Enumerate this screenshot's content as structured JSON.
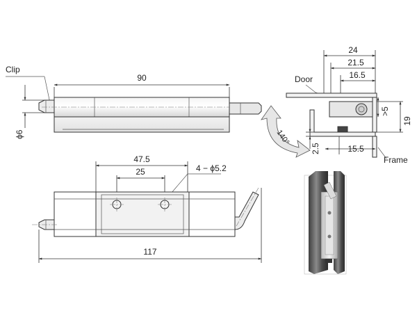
{
  "top_view": {
    "clip_label": "Clip",
    "length_90": "90",
    "diameter_6": "ϕ6"
  },
  "front_view": {
    "dim_47_5": "47.5",
    "dim_25": "25",
    "holes_label": "4 − ϕ5.2",
    "length_117": "117"
  },
  "section_view": {
    "door_label": "Door",
    "frame_label": "Frame",
    "dim_24": "24",
    "dim_21_5": "21.5",
    "dim_16_5": "16.5",
    "dim_5": ">5",
    "dim_19": "19",
    "dim_2_5": "2.5",
    "dim_15_5": "15.5",
    "angle_label": "140°"
  },
  "colors": {
    "line": "#333333",
    "metal_light": "#eeeeee",
    "metal_mid": "#cfcfcf",
    "rotation_arrow": "#e6e6e6",
    "render_dark": "#5a5a5a"
  }
}
